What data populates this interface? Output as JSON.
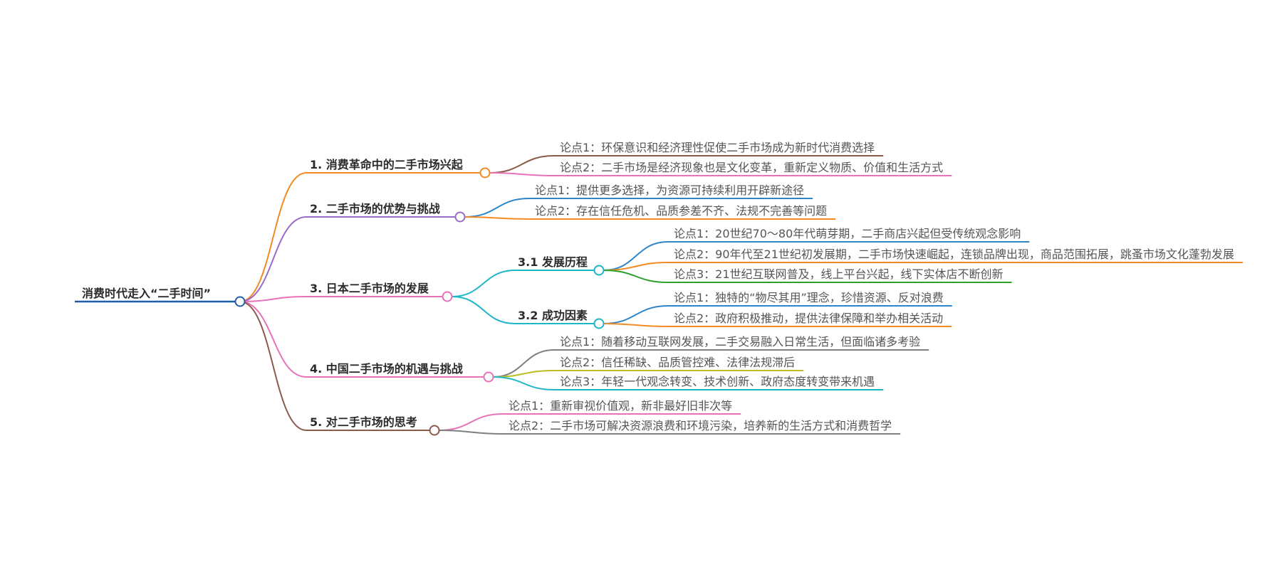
{
  "root": {
    "label": "消费时代走入“二手时间”",
    "color": "#1f5fa8"
  },
  "branches": [
    {
      "label": "1. 消费革命中的二手市场兴起",
      "color": "#f28a24",
      "children": [
        {
          "label": "论点1：环保意识和经济理性促使二手市场成为新时代消费选择",
          "color": "#8c5a4b"
        },
        {
          "label": "论点2：二手市场是经济现象也是文化变革，重新定义物质、价值和生活方式",
          "color": "#e871b9"
        }
      ]
    },
    {
      "label": "2. 二手市场的优势与挑战",
      "color": "#9b6bc8",
      "children": [
        {
          "label": "论点1：提供更多选择，为资源可持续利用开辟新途径",
          "color": "#2e86c8"
        },
        {
          "label": "论点2：存在信任危机、品质参差不齐、法规不完善等问题",
          "color": "#f28a24"
        }
      ]
    },
    {
      "label": "3. 日本二手市场的发展",
      "color": "#e871b9",
      "children": [
        {
          "label": "3.1 发展历程",
          "color": "#1fb5c9",
          "children": [
            {
              "label": "论点1：20世纪70～80年代萌芽期，二手商店兴起但受传统观念影响",
              "color": "#2e86c8"
            },
            {
              "label": "论点2：90年代至21世纪初发展期，二手市场快速崛起，连锁品牌出现，商品范围拓展，跳蚤市场文化蓬勃发展",
              "color": "#f28a24"
            },
            {
              "label": "论点3：21世纪互联网普及，线上平台兴起，线下实体店不断创新",
              "color": "#2ca02c"
            }
          ]
        },
        {
          "label": "3.2 成功因素",
          "color": "#1fb5c9",
          "children": [
            {
              "label": "论点1：独特的“物尽其用”理念，珍惜资源、反对浪费",
              "color": "#2e86c8"
            },
            {
              "label": "论点2：政府积极推动，提供法律保障和举办相关活动",
              "color": "#f28a24"
            }
          ]
        }
      ]
    },
    {
      "label": "4. 中国二手市场的机遇与挑战",
      "color": "#e871b9",
      "children": [
        {
          "label": "论点1：随着移动互联网发展，二手交易融入日常生活，但面临诸多考验",
          "color": "#7f7f7f"
        },
        {
          "label": "论点2：信任稀缺、品质管控难、法律法规滞后",
          "color": "#bcbd22"
        },
        {
          "label": "论点3：年轻一代观念转变、技术创新、政府态度转变带来机遇",
          "color": "#1fb5c9"
        }
      ]
    },
    {
      "label": "5. 对二手市场的思考",
      "color": "#8c5a4b",
      "children": [
        {
          "label": "论点1：重新审视价值观，新非最好旧非次等",
          "color": "#e871b9"
        },
        {
          "label": "论点2：二手市场可解决资源浪费和环境污染，培养新的生活方式和消费哲学",
          "color": "#7f7f7f"
        }
      ]
    }
  ]
}
